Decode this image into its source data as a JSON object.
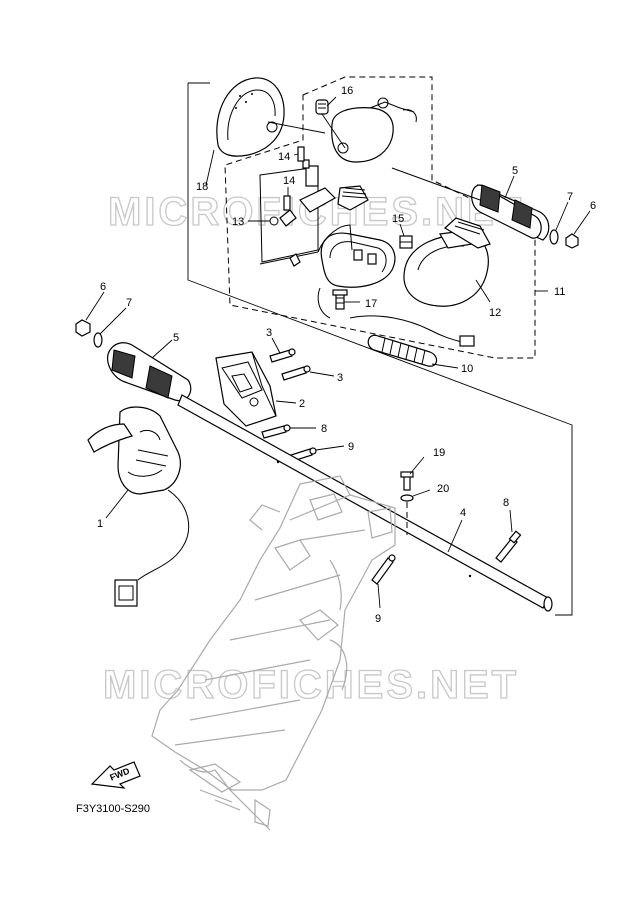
{
  "watermark": {
    "text_top": "MICROFICHES.NET",
    "text_bottom": "MICROFICHES.NET"
  },
  "diagram_code": "F3Y3100-S290",
  "fwd_label": "FWD",
  "callouts": {
    "c1": "1",
    "c2": "2",
    "c3a": "3",
    "c3b": "3",
    "c4": "4",
    "c5a": "5",
    "c5b": "5",
    "c6a": "6",
    "c6b": "6",
    "c7a": "7",
    "c7b": "7",
    "c8a": "8",
    "c8b": "8",
    "c9a": "9",
    "c9b": "9",
    "c10": "10",
    "c11": "11",
    "c12": "12",
    "c13": "13",
    "c14a": "14",
    "c14b": "14",
    "c15": "15",
    "c16": "16",
    "c17": "17",
    "c18": "18",
    "c19": "19",
    "c20": "20"
  }
}
